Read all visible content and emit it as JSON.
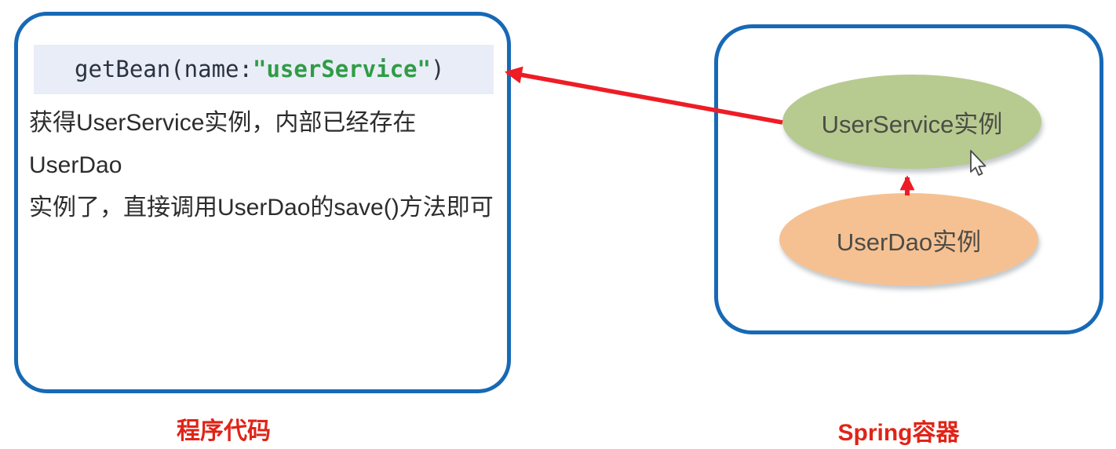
{
  "diagram": {
    "left_box": {
      "code": {
        "prefix": "getBean(name:",
        "string": "\"userService\"",
        "suffix": ")"
      },
      "description_lines": [
        "获得UserService实例，内部已经存在UserDao",
        "实例了，直接调用UserDao的save()方法即可"
      ],
      "caption": "程序代码"
    },
    "right_box": {
      "caption": "Spring容器",
      "ellipses": [
        {
          "id": "userservice",
          "label": "UserService实例",
          "fill": "#b7cb90"
        },
        {
          "id": "userdao",
          "label": "UserDao实例",
          "fill": "#f6c192"
        }
      ]
    },
    "arrows": [
      {
        "name": "getbean-arrow",
        "from": "UserService实例",
        "to": "getBean code strip",
        "color": "#ee1c25"
      },
      {
        "name": "dependency-arrow",
        "from": "UserDao实例",
        "to": "UserService实例",
        "color": "#ee1c25"
      }
    ],
    "colors": {
      "box_border_blue": "#1769b5",
      "code_background": "#e9edf8",
      "code_ink": "#2b3240",
      "code_string_green": "#2f9c45",
      "ellipse_green": "#b7cb90",
      "ellipse_orange": "#f6c192",
      "arrow_red": "#ee1c25",
      "caption_red": "#e02418"
    }
  }
}
